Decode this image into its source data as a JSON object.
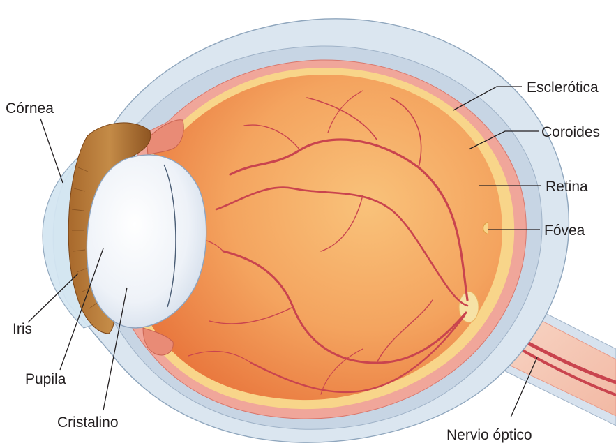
{
  "diagram": {
    "labels": {
      "cornea": "Córnea",
      "iris": "Iris",
      "pupila": "Pupila",
      "cristalino": "Cristalino",
      "esclerotica": "Esclerótica",
      "coroides": "Coroides",
      "retina": "Retina",
      "fovea": "Fóvea",
      "nervio_optico": "Nervio óptico"
    },
    "colors": {
      "sclera_outer": "#dde8f1",
      "sclera_band": "#c8d6e5",
      "cornea": "#d4e6f2",
      "choroid": "#f1a99e",
      "retina": "#f8d88c",
      "vitreous": "#f29a55",
      "lens": "#eef3f9",
      "iris": "#b77a3a",
      "optic_nerve": "#f7cfbf",
      "vessels": "#c9444e",
      "line": "#231f20"
    }
  }
}
